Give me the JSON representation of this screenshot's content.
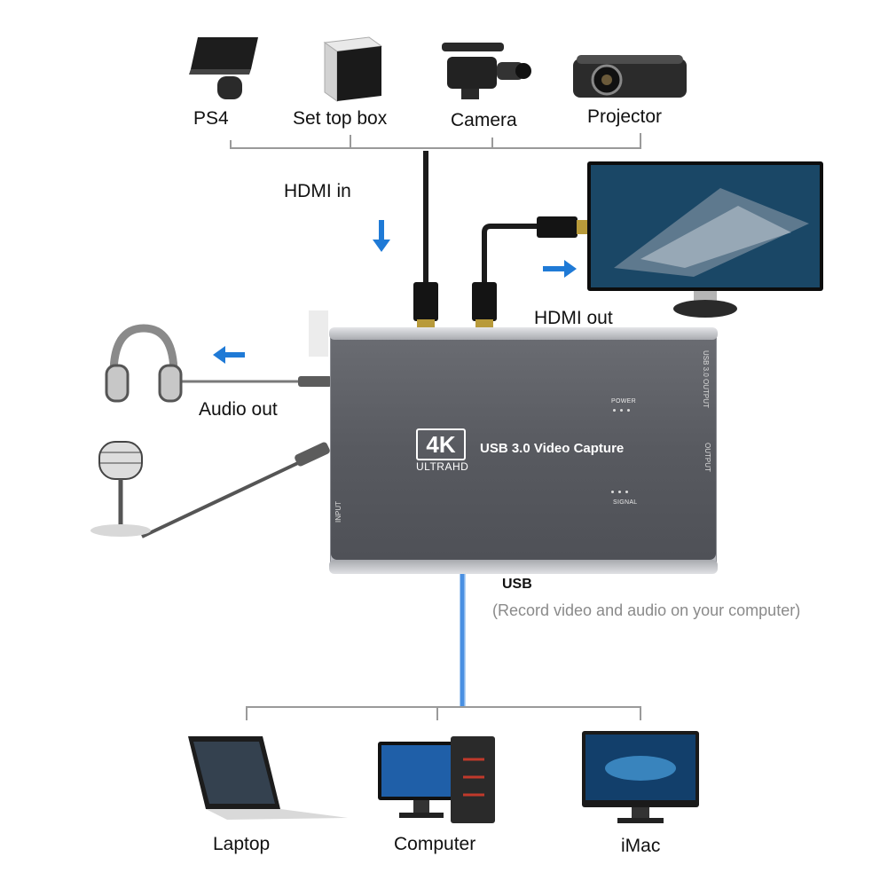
{
  "sources": {
    "ps4": "PS4",
    "set_top_box": "Set top box",
    "camera": "Camera",
    "projector": "Projector"
  },
  "labels": {
    "hdmi_in": "HDMI in",
    "hdmi_out": "HDMI out",
    "audio_out": "Audio out",
    "usb": "USB",
    "usb_note": "(Record video and audio on your computer)"
  },
  "device": {
    "badge": "4K",
    "badge_sub": "ULTRAHD",
    "title": "USB 3.0 Video Capture",
    "power": "POWER",
    "signal": "SIGNAL",
    "usb_port": "USB 3.0 OUTPUT",
    "output_port": "OUTPUT",
    "input_port": "INPUT"
  },
  "destinations": {
    "laptop": "Laptop",
    "computer": "Computer",
    "imac": "iMac"
  },
  "colors": {
    "arrow": "#1f7ad6",
    "usb_cable": "#4a90e2",
    "line": "#9a9a9a"
  }
}
